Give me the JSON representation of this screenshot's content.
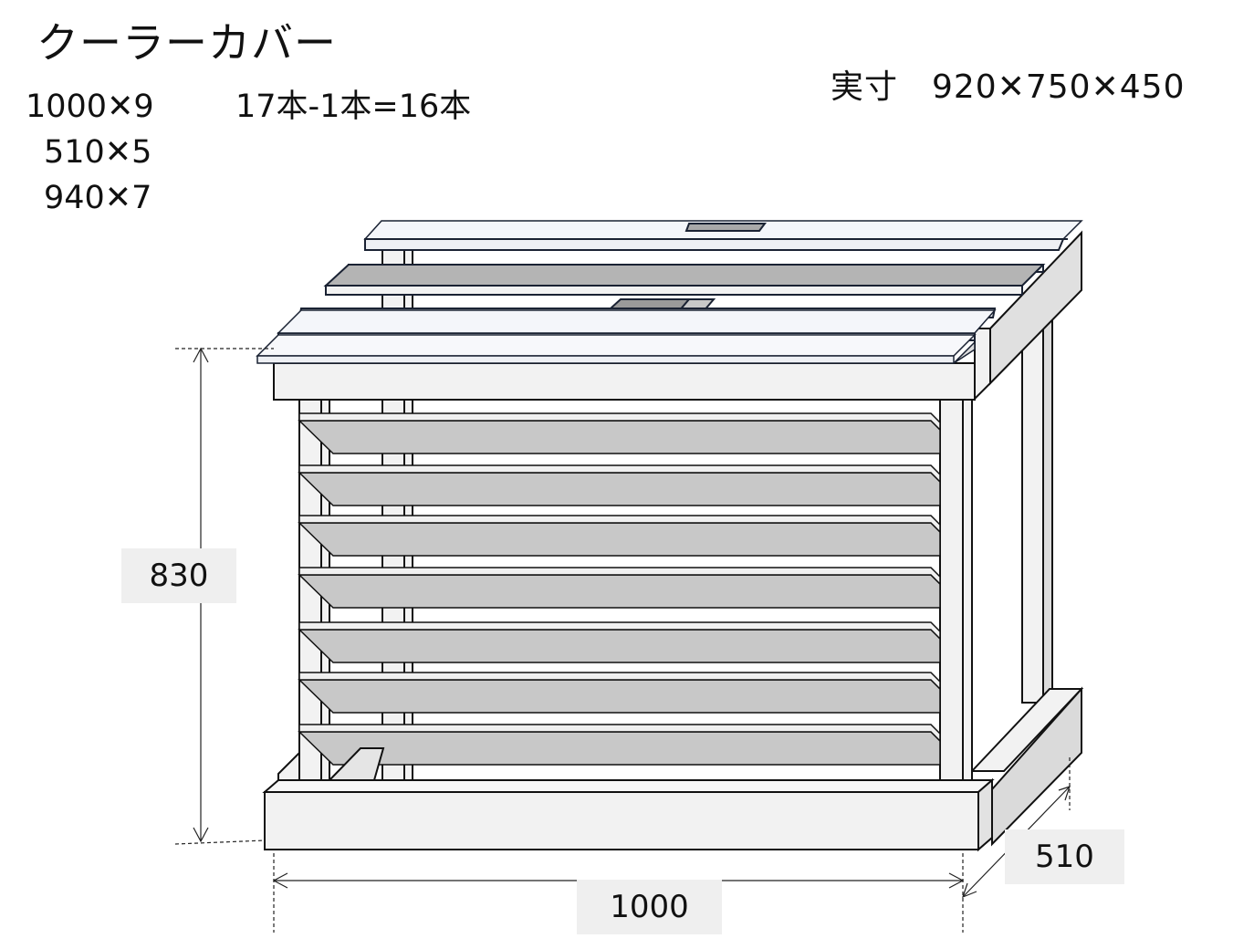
{
  "title": "クーラーカバー",
  "actual_size": "実寸　920✕750✕450",
  "parts": [
    {
      "text": "1000✕9"
    },
    {
      "text": "510✕5"
    },
    {
      "text": "940✕7"
    }
  ],
  "board_count_note": "17本-1本=16本",
  "dimensions": {
    "height": "830",
    "depth": "510",
    "width": "1000"
  },
  "colors": {
    "frame_fill": "#f2f2f2",
    "slat_fill": "#c8c8c8",
    "top_slat_fill": "#b4b4b4",
    "outline": "#1a2233",
    "dim_box_fill": "#efefef"
  }
}
